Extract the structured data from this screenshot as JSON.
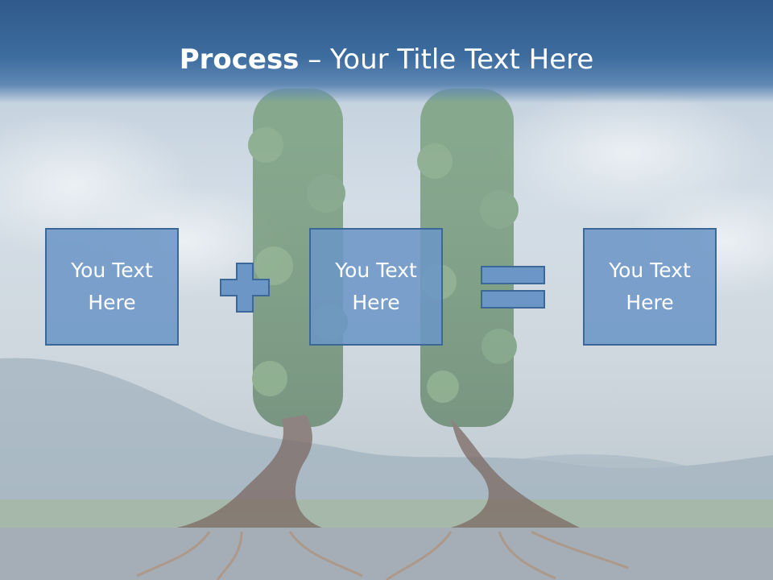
{
  "slide": {
    "title_bold": "Process",
    "title_rest": " – Your Title Text Here",
    "boxes": [
      {
        "label": "You Text Here"
      },
      {
        "label": "You Text Here"
      },
      {
        "label": "You Text Here"
      }
    ],
    "operators": [
      "plus-icon",
      "equals-icon"
    ]
  },
  "colors": {
    "title_band": "#3d6c9f",
    "box_fill": "#6c96c6",
    "box_border": "#3b6896",
    "title_text": "#ffffff"
  }
}
